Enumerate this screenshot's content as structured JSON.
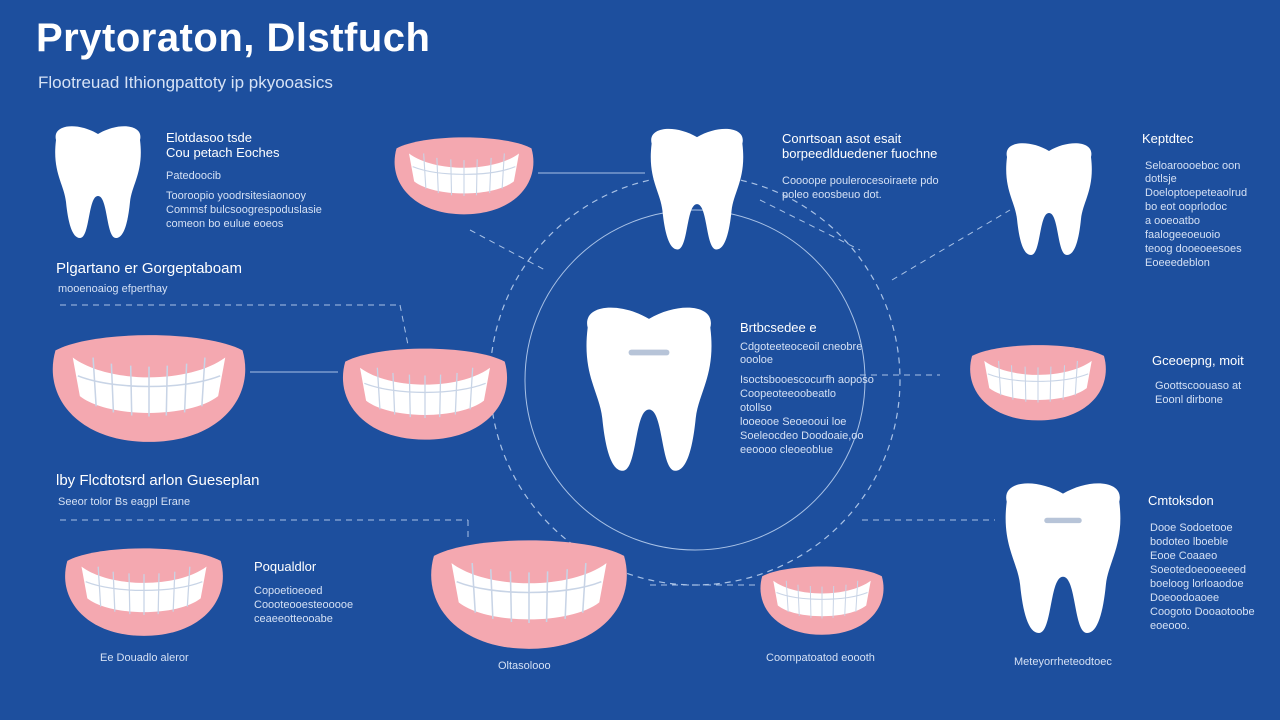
{
  "header": {
    "title": "Prytoraton, Dlstfuch",
    "subtitle": "Flootreuad Ithiongpattoty ip pkyooasics"
  },
  "colors": {
    "background": "#1d4f9e",
    "gum": "#f4a8b0",
    "tooth": "#ffffff",
    "line": "#a9c2e6"
  },
  "labels": {
    "tl_heading": [
      "Elotdasoo tsde",
      "Cou petach Eoches"
    ],
    "tl_sub": "Patedoocib",
    "tl_body": [
      "Tooroopio yoodrsitesiaonooy",
      "Commsf bulcsoogrespoduslasie",
      "comeon bo eulue eoeos"
    ],
    "mid_heading": "Plgartano er Gorgeptaboam",
    "mid_body": "mooenoaiog efperthay",
    "topc_heading": [
      "Conrtsoan asot esait",
      "borpeedlduedener fuochne"
    ],
    "topc_body": [
      "Coooope poulerocesoiraete pdo",
      "poleo eoosbeuo dot."
    ],
    "tr_heading": "Keptdtec",
    "tr_body": [
      "Seloaroooeboc oon",
      "dotlsje",
      "Doeloptoepeteaolrud",
      "bo eot ooprlodoc",
      "a ooeoatbo",
      "faalogeeoeuoio",
      "teoog dooeoeesoes",
      "Eoeeedeblon"
    ],
    "center_heading": "Brtbcsedee e",
    "center_body": [
      "Cdgoteeteoceoil cneobre",
      "oooloe",
      "Isoctsbooescocurfh aoposo",
      "Coopeoteeoobeatlo",
      "otollso",
      "looeooe Seoeooui loe",
      "Soeleocdeo Doodoaie,oo",
      "eeoooo cleoeoblue"
    ],
    "right_mid_heading": "Gceoepng, moit",
    "right_mid_body": [
      "Goottscoouaso at",
      "Eoonl dirbone"
    ],
    "bl_heading": "lby Flcdtotsrd arlon Gueseplan",
    "bl_body": "Seeor tolor Bs eagpl Erane",
    "bottom_mid_heading": "Poqualdlor",
    "bottom_mid_body": [
      "Copoetioeoed",
      "Coooteooesteooooe",
      "ceaeeotteooabe"
    ],
    "br_heading": "Cmtoksdon",
    "br_body": [
      "Dooe Sodoetooe",
      "bodoteo lboeble",
      "Eooe Coaaeo",
      "Soeotedoeooeeeed",
      "boeloog lorloaodoe",
      "Doeoodoaoee",
      "Coogoto Dooaotoobe",
      "eoeooo."
    ],
    "cap_1": "Ee Douadlo aleror",
    "cap_2": "Oltasolooo",
    "cap_3": "Coompatoatod eoooth",
    "cap_4": "Meteyorrheteodtoec"
  }
}
